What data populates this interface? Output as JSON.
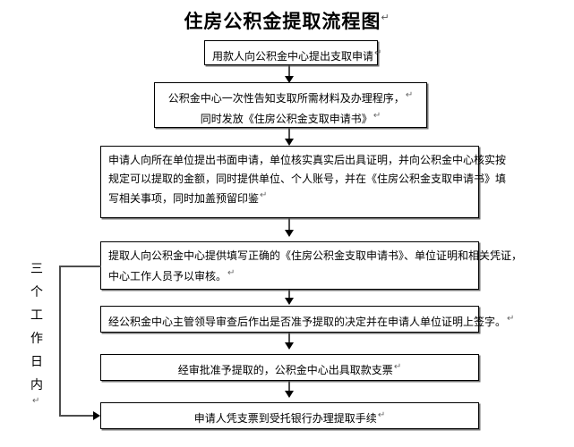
{
  "title": {
    "text": "住房公积金提取流程图",
    "mark": "↵"
  },
  "side_note": {
    "chars": [
      "三",
      "个",
      "工",
      "作",
      "日",
      "内"
    ],
    "mark": "↵",
    "full_text": "三个工作日内"
  },
  "nodes": [
    {
      "id": "node-1",
      "lines": [
        "用款人向公积金中心提出支取申请"
      ],
      "mark": "↵"
    },
    {
      "id": "node-2",
      "lines": [
        "公积金中心一次性告知支取所需材料及办理程序，",
        "同时发放《住房公积金支取申请书》"
      ],
      "mark": "↵"
    },
    {
      "id": "node-3",
      "lines": [
        "申请人向所在单位提出书面申请，单位核实真实后出具证明，并向公积金中心核实按",
        "规定可以提取的金额，同时提供单位、个人账号，并在《住房公积金支取申请书》填",
        "写相关事项，同时加盖预留印鉴"
      ],
      "mark": "↵"
    },
    {
      "id": "node-4",
      "lines": [
        "提取人向公积金中心提供填写正确的《住房公积金支取申请书》、单位证明和相关凭证，",
        "中心工作人员予以审核。"
      ],
      "mark": "↵"
    },
    {
      "id": "node-5",
      "lines": [
        "经公积金中心主管领导审查后作出是否准予提取的决定并在申请人单位证明上签字。"
      ],
      "mark": "↵"
    },
    {
      "id": "node-6",
      "lines": [
        "经审批准予提取的，公积金中心出具取款支票"
      ],
      "mark": "↵"
    },
    {
      "id": "node-7",
      "lines": [
        "申请人凭支票到受托银行办理提取手续"
      ],
      "mark": "↵"
    }
  ],
  "colors": {
    "stroke": "#000000",
    "connector": "#4d4d4d",
    "background": "#ffffff",
    "text": "#000000"
  }
}
